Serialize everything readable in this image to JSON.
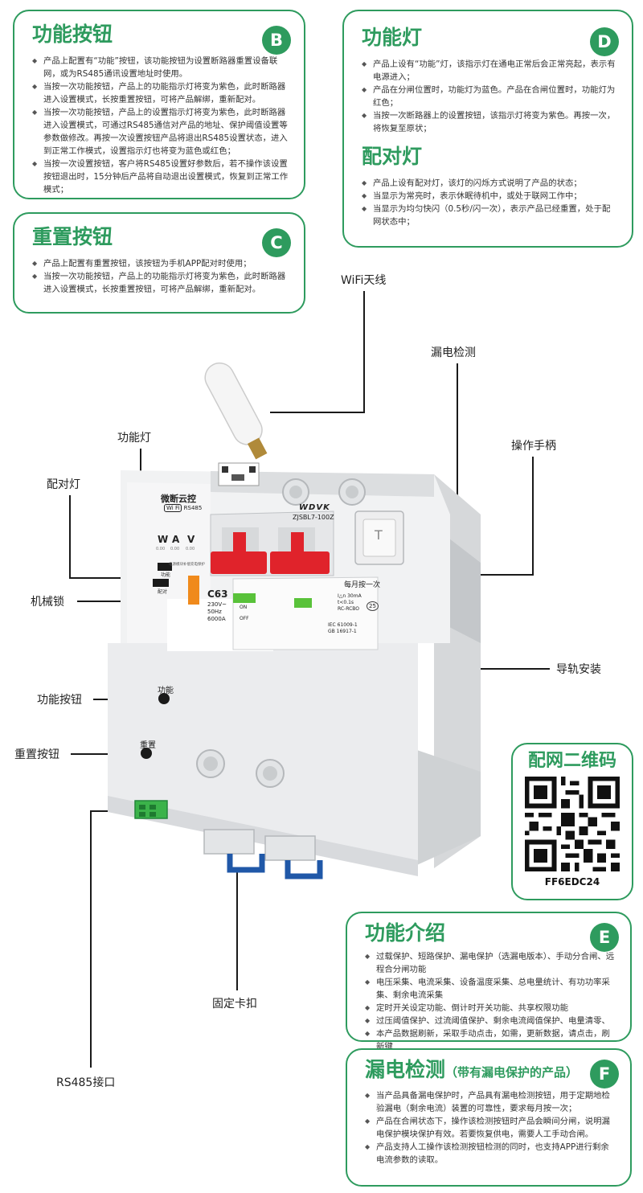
{
  "colors": {
    "accent": "#2e9b5e",
    "handle_red": "#e0232b",
    "lock_orange": "#f08a1c",
    "clip_blue": "#2058a8"
  },
  "card_b": {
    "title": "功能按钮",
    "badge": "B",
    "items": [
      "产品上配置有“功能”按钮，该功能按钮为设置断路器重置设备联网，或为RS485通讯设置地址时使用。",
      "当按一次功能按钮，产品上的功能指示灯将变为紫色，此时断路器进入设置模式，长按重置按钮，可将产品解绑，重新配对。",
      "当按一次功能按钮，产品上的设置指示灯将变为紫色，此时断路器进入设置模式，可通过RS485通信对产品的地址、保护阈值设置等参数做修改。再按一次设置按钮产品将退出RS485设置状态，进入到正常工作模式，设置指示灯也将变为蓝色或红色；",
      "当按一次设置按钮，客户将RS485设置好参数后，若不操作该设置按钮退出时，15分钟后产品将自动退出设置模式，恢复到正常工作模式；"
    ]
  },
  "card_c": {
    "title": "重置按钮",
    "badge": "C",
    "items": [
      "产品上配置有重置按钮，该按钮为手机APP配对时使用；",
      "当按一次功能按钮，产品上的功能指示灯将变为紫色，此时断路器进入设置模式，长按重置按钮，可将产品解绑，重新配对。"
    ]
  },
  "card_d": {
    "title": "功能灯",
    "badge": "D",
    "items": [
      "产品上设有“功能”灯，该指示灯在通电正常后会正常亮起，表示有电源进入；",
      "产品在分闸位置时，功能灯为蓝色。产品在合闸位置时，功能灯为红色；",
      "当按一次断路器上的设置按钮，该指示灯将变为紫色。再按一次，将恢复至原状；"
    ],
    "title2": "配对灯",
    "items2": [
      "产品上设有配对灯，该灯的闪烁方式说明了产品的状态；",
      "当显示为常亮时，表示休眠待机中，或处于联网工作中；",
      "当显示为均匀快闪（0.5秒/闪一次），表示产品已经重置，处于配网状态中；"
    ]
  },
  "card_e": {
    "title": "功能介绍",
    "badge": "E",
    "items": [
      "过载保护、短路保护、漏电保护（选漏电版本）、手动分合闸、远程合分闸功能",
      "电压采集、电流采集、设备温度采集、总电量统计、有功功率采集、剩余电流采集",
      "定时开关设定功能、倒计时开关功能、共享权限功能",
      "过压阈值保护、过流阈值保护、剩余电流阈值保护、电量清零、",
      "本产品数据刷新，采取手动点击，如需，更新数据，请点击，刷新键"
    ]
  },
  "card_f": {
    "title": "漏电检测",
    "subtitle": "（带有漏电保护的产品）",
    "badge": "F",
    "items": [
      "当产品具备漏电保护时，产品具有漏电检测按钮，用于定期地检验漏电（剩余电流）装置的可靠性，要求每月按一次；",
      "产品在合闸状态下，操作该检测按钮时产品会瞬间分闸，说明漏电保护模块保护有效。若要恢复供电，需要人工手动合闸。",
      "产品支持人工操作该检测按钮检测的同时，也支持APP进行剩余电流参数的读取。"
    ]
  },
  "qr_card": {
    "title": "配网二维码",
    "code": "FF6EDC24"
  },
  "callouts": {
    "wifi_antenna": "WiFi天线",
    "leak_test": "漏电检测",
    "handle": "操作手柄",
    "function_light": "功能灯",
    "pair_light": "配对灯",
    "mech_lock": "机械锁",
    "rail_mount": "导轨安装",
    "function_button": "功能按钮",
    "reset_button": "重置按钮",
    "clip": "固定卡扣",
    "rs485_port": "RS485接口"
  },
  "device": {
    "brand": "微断云控",
    "wifi_label": "Wi Fi",
    "rs485_label": "RS485",
    "model_logo": "WDVK",
    "model": "ZJSBL7-100Z",
    "test_key": "T",
    "monthly_text": "每月按一次",
    "meters": [
      "W",
      "A",
      "V"
    ],
    "meter_values": [
      "0.00",
      "0.00",
      "0.00"
    ],
    "light_func_label": "功能",
    "light_pair_label": "配对",
    "rating": "C63",
    "voltage": "230V~",
    "freq": "50Hz",
    "capacity": "6000A",
    "on_label": "ON",
    "off_label": "OFF",
    "leak_spec_1": "I△n 30mA",
    "leak_spec_2": "t<0.1s",
    "leak_spec_3": "RC-RCBO",
    "temp": "25",
    "std_1": "IEC 61009-1",
    "std_2": "GB 16917-1",
    "btn_func_label": "功能",
    "btn_reset_label": "重置",
    "small_text": "电源模块补偿充电保护"
  }
}
